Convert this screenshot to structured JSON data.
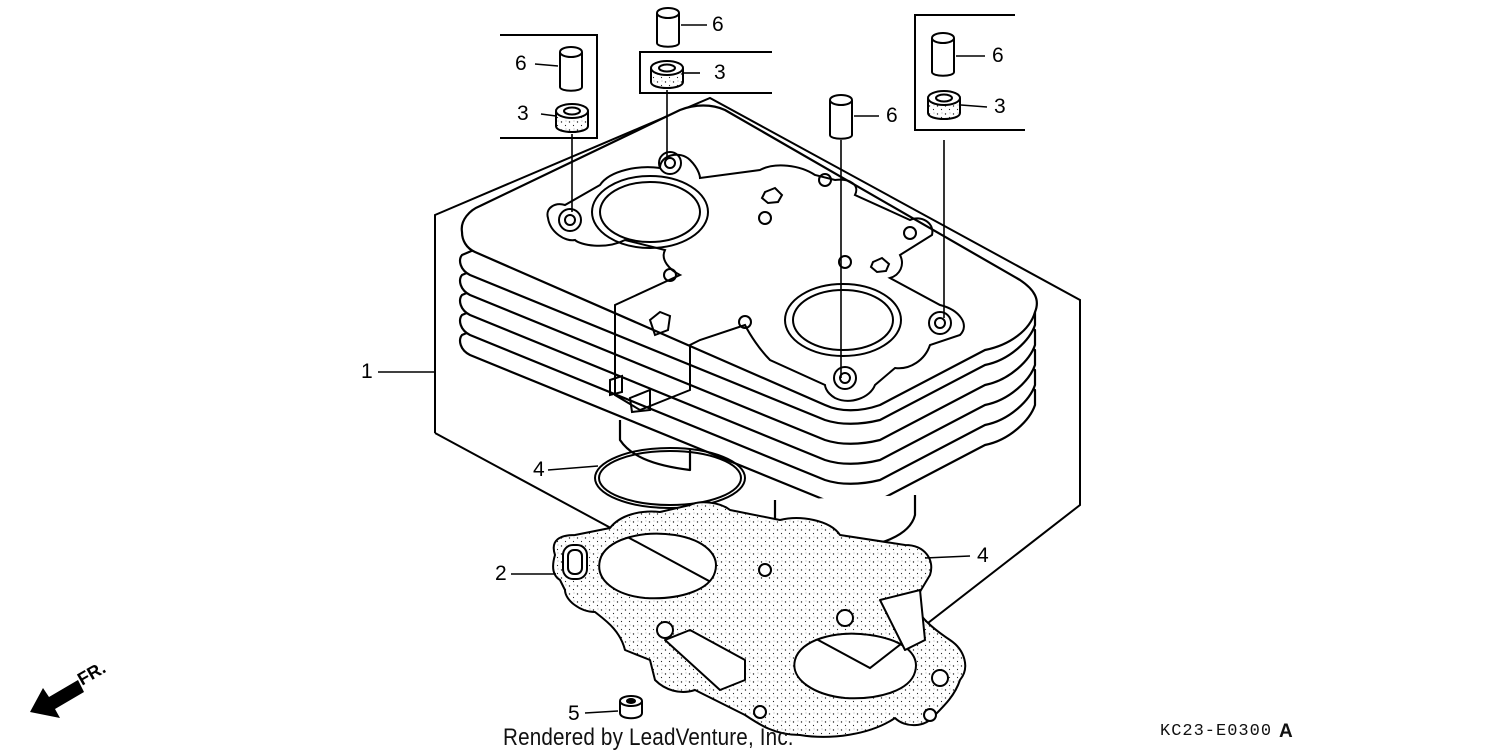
{
  "callouts": {
    "c1": "1",
    "c2": "2",
    "c3a": "3",
    "c3b": "3",
    "c3c": "3",
    "c4a": "4",
    "c4b": "4",
    "c5": "5",
    "c6a": "6",
    "c6b": "6",
    "c6c": "6",
    "c6d": "6"
  },
  "direction_label": "FR.",
  "footer": {
    "credit": "Rendered by LeadVenture, Inc.",
    "code": "KC23-E0300",
    "code_suffix": "A"
  }
}
